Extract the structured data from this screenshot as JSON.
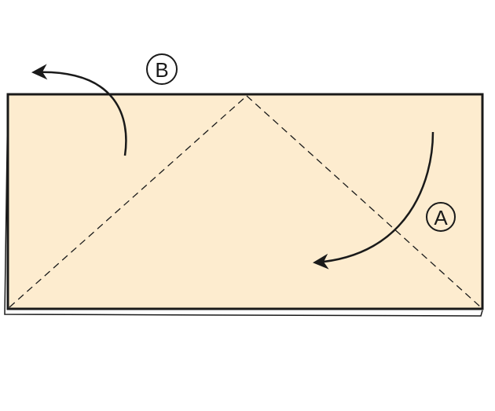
{
  "colors": {
    "paper_fill": "#fdeccf",
    "stroke": "#1a1a1a",
    "background": "#ffffff"
  },
  "labels": {
    "a": "A",
    "b": "B"
  },
  "icons": {
    "arrow_a": "curved-arrow-down-left",
    "arrow_b": "curved-arrow-up-left"
  }
}
